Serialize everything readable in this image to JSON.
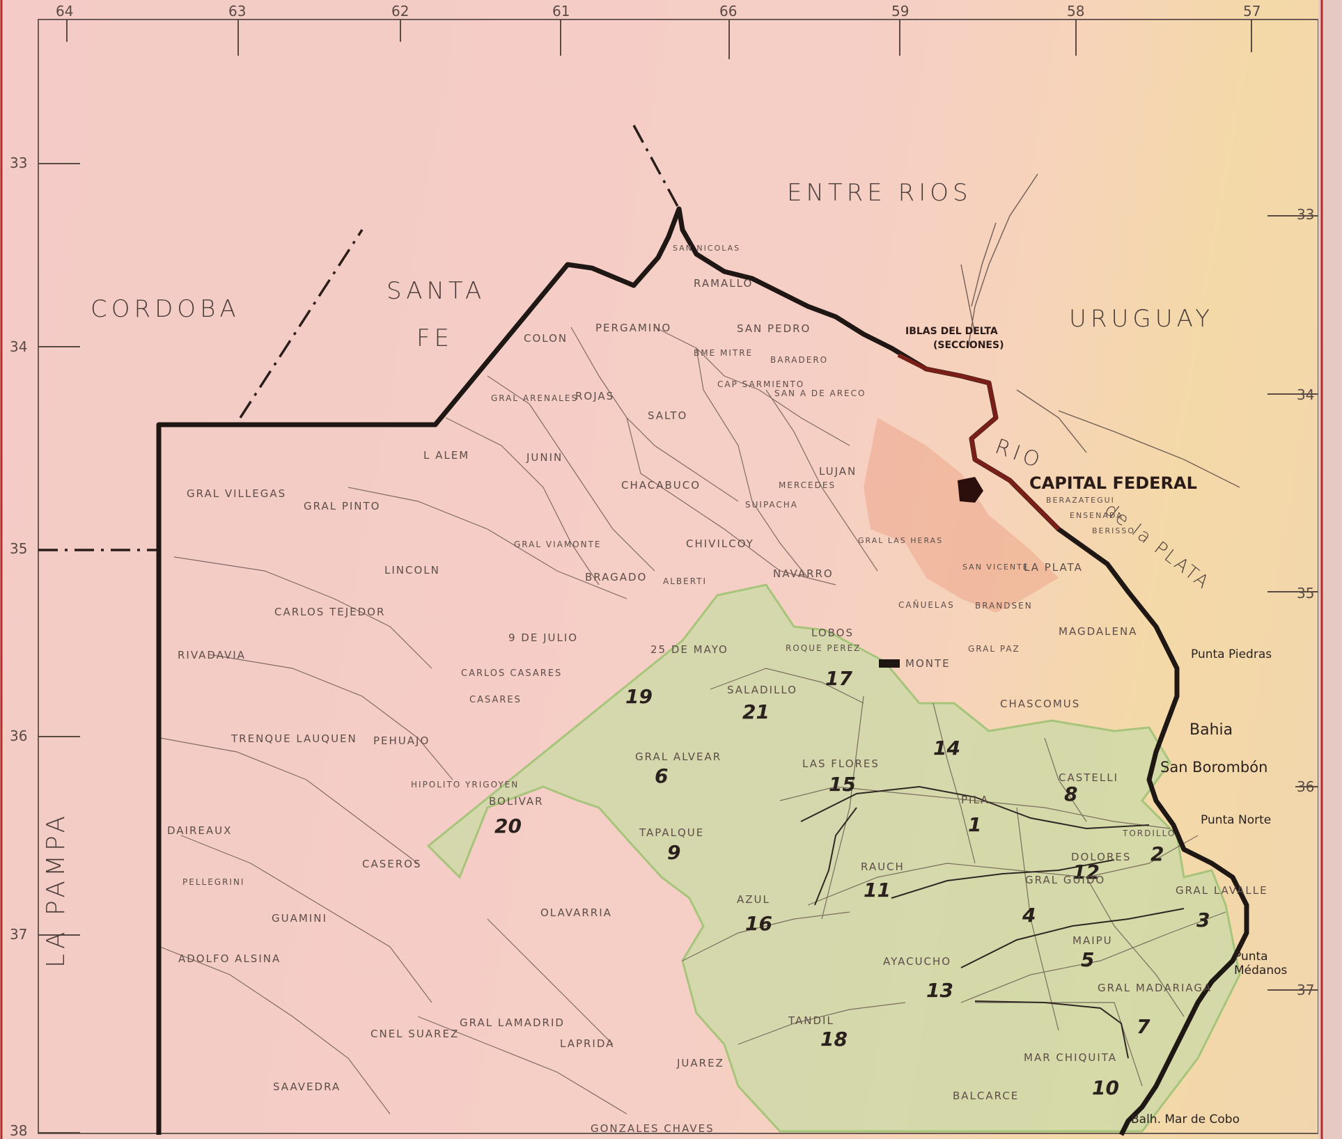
{
  "map": {
    "longitude_ticks": [
      "64",
      "63",
      "62",
      "61",
      "66",
      "59",
      "58",
      "57"
    ],
    "latitude_ticks": [
      "33",
      "34",
      "35",
      "36",
      "37",
      "38"
    ],
    "regions": {
      "cordoba": "CORDOBA",
      "santa": "SANTA",
      "fe": "FE",
      "entre_rios": "ENTRE RIOS",
      "uruguay": "URUGUAY",
      "la_pampa": "LA PAMPA",
      "rio": "RIO",
      "de_la_plata": "de la PLATA",
      "capital_federal": "CAPITAL FEDERAL"
    },
    "coast": {
      "punta_piedras": "Punta Piedras",
      "bahia": "Bahia",
      "san_borombon": "San Borombón",
      "punta_norte": "Punta Norte",
      "punta_medanos": "Punta Médanos",
      "mar_de_cobo": "Balh. Mar de Cobo"
    },
    "delta": "IBLAS DEL DELTA",
    "delta_sub": "(SECCIONES)",
    "zone_numbers": [
      "1",
      "2",
      "3",
      "4",
      "5",
      "6",
      "7",
      "8",
      "9",
      "10",
      "11",
      "12",
      "13",
      "14",
      "15",
      "16",
      "17",
      "18",
      "19",
      "20",
      "21"
    ],
    "partidos": [
      "SAN NICOLAS",
      "RAMALLO",
      "SAN PEDRO",
      "PERGAMINO",
      "COLON",
      "BARADERO",
      "BME MITRE",
      "CAP SARMIENTO",
      "SAN A DE ARECO",
      "ROJAS",
      "GRAL ARENALES",
      "SALTO",
      "JUNIN",
      "L ALEM",
      "CHACABUCO",
      "LUJAN",
      "MERCEDES",
      "SUIPACHA",
      "GRAL VILLEGAS",
      "GRAL PINTO",
      "LINCOLN",
      "GRAL VIAMONTE",
      "BRAGADO",
      "ALBERTI",
      "CHIVILCOY",
      "NAVARRO",
      "LOBOS",
      "CAÑUELAS",
      "BRANDSEN",
      "MAGDALENA",
      "MONTE",
      "GRAL PAZ",
      "CHASCOMUS",
      "CASTELLI",
      "PILA",
      "DOLORES",
      "TORDILLO",
      "GRAL LAVALLE",
      "GRAL GUIDO",
      "MAIPU",
      "GRAL MADARIAGA",
      "MAR CHIQUITA",
      "BALCARCE",
      "AYACUCHO",
      "RAUCH",
      "TANDIL",
      "AZUL",
      "TAPALQUE",
      "OLAVARRIA",
      "LAS FLORES",
      "GRAL ALVEAR",
      "SALADILLO",
      "ROQUE PEREZ",
      "25 DE MAYO",
      "BOLIVAR",
      "CASARES",
      "CARLOS CASARES",
      "PEHUAJO",
      "TRENQUE LAUQUEN",
      "RIVADAVIA",
      "CARLOS TEJEDOR",
      "9 DE JULIO",
      "HIPOLITO YRIGOYEN",
      "DAIREAUX",
      "GUAMINI",
      "ADOLFO ALSINA",
      "CNEL SUAREZ",
      "SAAVEDRA",
      "GRAL LAMADRID",
      "LAPRIDA",
      "JUAREZ",
      "GONZALES CHAVES",
      "PELLEGRINI",
      "CASEROS",
      "BERAZATEGUI",
      "ENSENADA",
      "BERISSO",
      "LA PLATA",
      "SAN VICENTE",
      "GRAL LAS HERAS"
    ]
  }
}
